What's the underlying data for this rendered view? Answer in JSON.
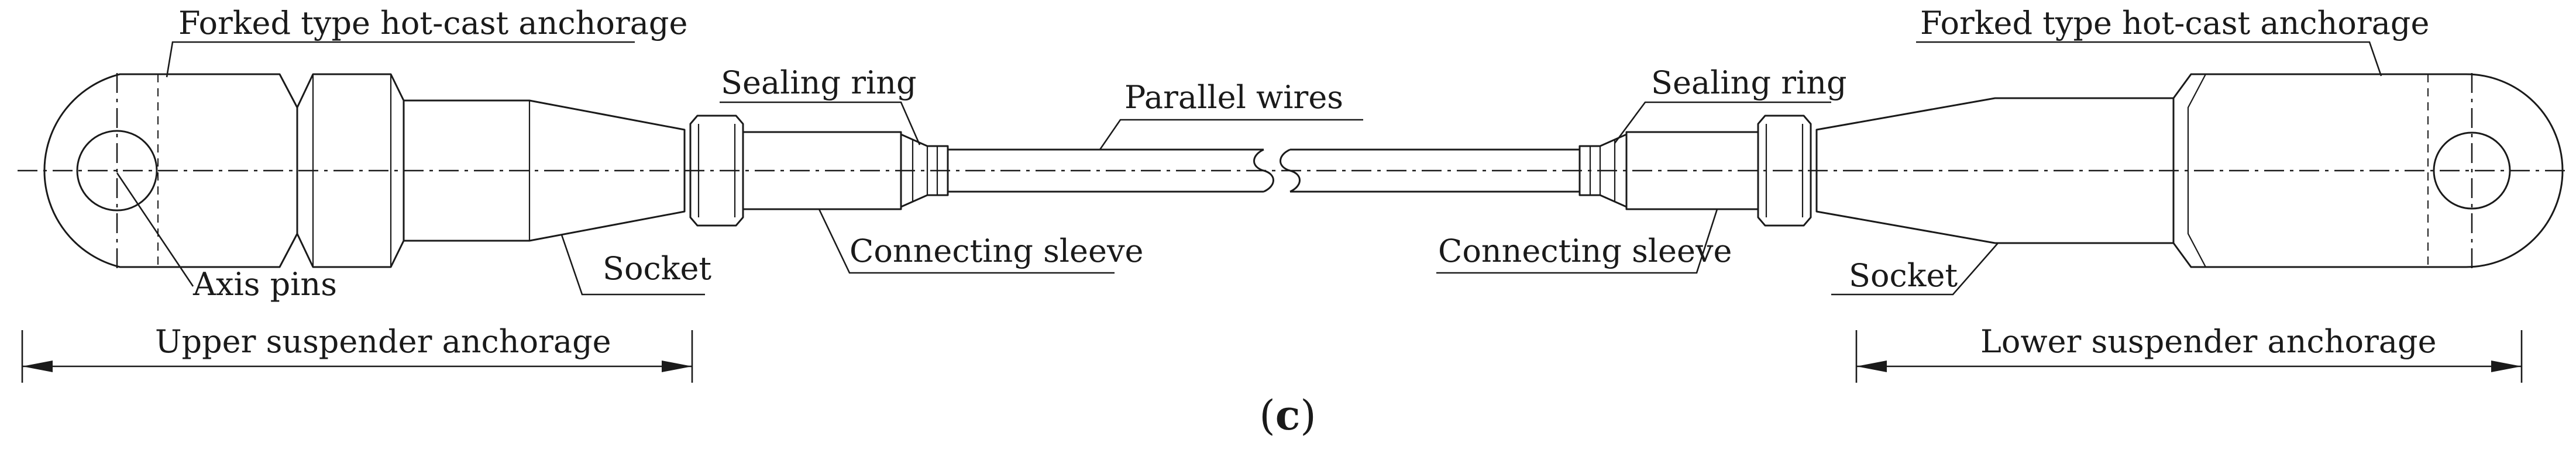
{
  "labels": {
    "forked_anchorage_left": "Forked type hot-cast anchorage",
    "forked_anchorage_right": "Forked type hot-cast anchorage",
    "sealing_ring_left": "Sealing ring",
    "sealing_ring_right": "Sealing ring",
    "parallel_wires": "Parallel wires",
    "connecting_sleeve_left": "Connecting sleeve",
    "connecting_sleeve_right": "Connecting sleeve",
    "socket_left": "Socket",
    "socket_right": "Socket",
    "axis_pins": "Axis pins",
    "upper_suspender_anchorage": "Upper suspender anchorage",
    "lower_suspender_anchorage": "Lower suspender anchorage"
  },
  "caption": {
    "open": "(",
    "letter": "c",
    "close": ")"
  }
}
